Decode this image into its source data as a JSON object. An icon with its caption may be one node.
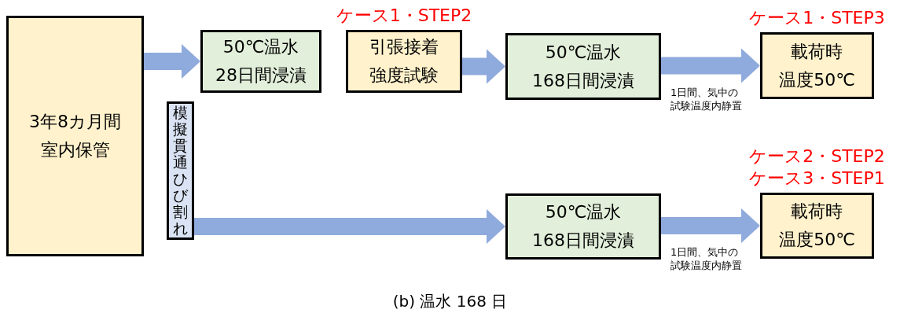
{
  "diagram": {
    "caption": "(b) 温水 168 日",
    "nodes": [
      {
        "text": [
          "3年8カ月間室内保管"
        ]
      },
      {
        "text": [
          "50℃温水28日間浸漬"
        ]
      },
      {
        "text": [
          "引張接着強度試験"
        ],
        "beside": [
          "ケース1・STEP2"
        ]
      },
      {
        "text": [
          "50℃温水168日間浸漬"
        ]
      },
      {
        "text": [
          "載荷時温度50℃"
        ],
        "beside": [
          "ケース1・STEP3"
        ]
      },
      {
        "text": [
          "模擬貫通ひび割れ"
        ]
      },
      {
        "text": [
          "50℃温水168日間浸漬"
        ]
      },
      {
        "text": [
          "載荷時温度50℃"
        ],
        "beside": [
          "ケース2・STEP2",
          "ケース3・STEP1"
        ]
      }
    ],
    "edges": [
      {
        "from": 0,
        "to": 1,
        "arrow": "to"
      },
      {
        "from": 2,
        "to": 3,
        "arrow": "to"
      },
      {
        "from": 3,
        "to": 4,
        "arrow": "to",
        "label": "1日間、気中の試験温度内静置"
      },
      {
        "from": 5,
        "to": 6,
        "arrow": "to"
      },
      {
        "from": 6,
        "to": 7,
        "arrow": "to",
        "label": "1日間、気中の試験温度内静置"
      }
    ]
  }
}
